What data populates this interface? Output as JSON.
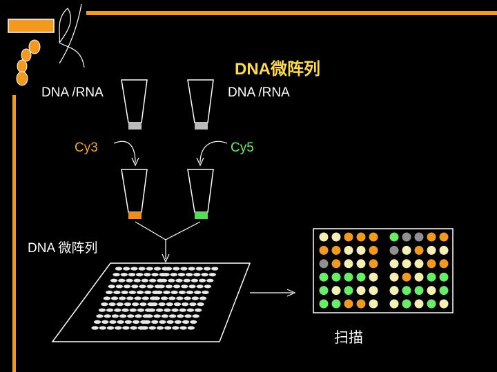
{
  "title": "DNA微阵列",
  "sample_left_label": "DNA /RNA",
  "sample_right_label": "DNA /RNA",
  "dye_left": "Cy3",
  "dye_right": "Cy5",
  "array_label": "DNA 微阵列",
  "scan_label": "扫描",
  "colors": {
    "background": "#000000",
    "accent_orange": "#F29A1D",
    "title_yellow": "#FFDD44",
    "cy3_orange": "#F5A623",
    "cy5_green": "#66EE66",
    "spot_gray": "#909090",
    "spot_cream": "#F6EFB4"
  },
  "scan_result": {
    "left_block": [
      [
        "cream",
        "cream",
        "orange",
        "orange",
        "orange"
      ],
      [
        "orange",
        "orange",
        "cream",
        "cream",
        "orange"
      ],
      [
        "gray",
        "orange",
        "cream",
        "cream",
        "orange"
      ],
      [
        "green",
        "green",
        "green",
        "green",
        "cream"
      ],
      [
        "green",
        "cream",
        "green",
        "cream",
        "cream"
      ],
      [
        "green",
        "green",
        "orange",
        "orange",
        "cream"
      ]
    ],
    "right_block": [
      [
        "green",
        "gray",
        "gray",
        "orange",
        "orange"
      ],
      [
        "gray",
        "cream",
        "orange",
        "cream",
        "cream"
      ],
      [
        "cream",
        "cream",
        "cream",
        "orange",
        "orange"
      ],
      [
        "cream",
        "orange",
        "cream",
        "green",
        "green"
      ],
      [
        "cream",
        "green",
        "green",
        "cream",
        "green"
      ],
      [
        "cream",
        "green",
        "cream",
        "green",
        "cream"
      ]
    ]
  }
}
